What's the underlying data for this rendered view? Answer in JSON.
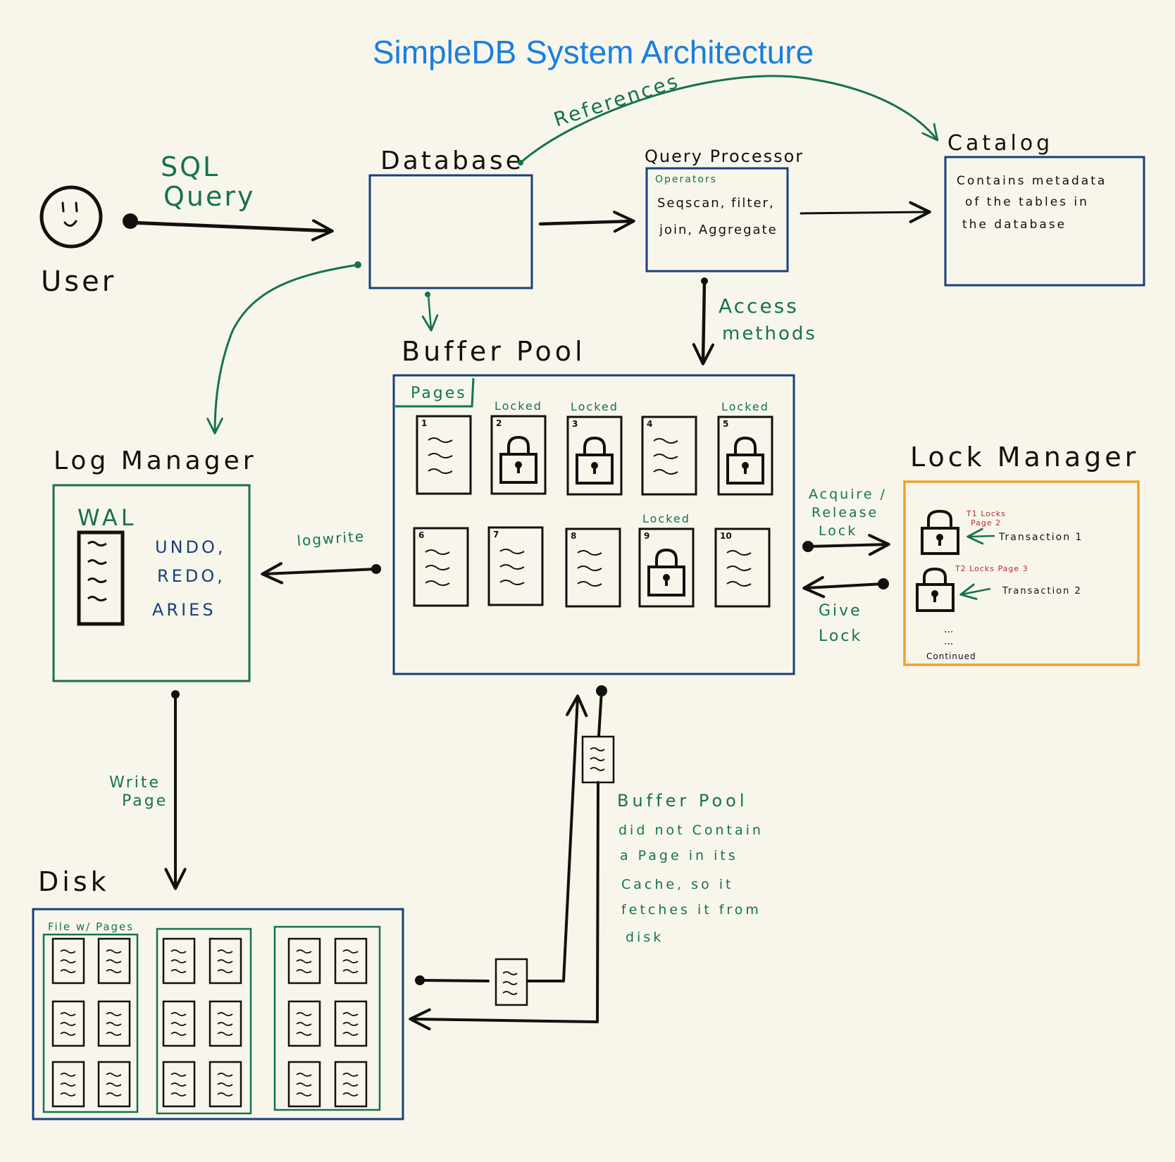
{
  "title": "SimpleDB System Architecture",
  "user": {
    "label": "User"
  },
  "sql_query": {
    "line1": "SQL",
    "line2": "Query"
  },
  "database": {
    "label": "Database"
  },
  "references": {
    "label": "References"
  },
  "query_processor": {
    "label": "Query Processor",
    "operators_title": "Operators",
    "line1": "Seqscan, filter,",
    "line2": "join, Aggregate"
  },
  "catalog": {
    "label": "Catalog",
    "line1": "Contains metadata",
    "line2": "of the tables in",
    "line3": "the database"
  },
  "access_methods": {
    "line1": "Access",
    "line2": "methods"
  },
  "buffer_pool": {
    "label": "Buffer Pool",
    "pages_tab": "Pages",
    "pages": [
      {
        "num": "1",
        "locked": false,
        "tag": ""
      },
      {
        "num": "2",
        "locked": true,
        "tag": "Locked"
      },
      {
        "num": "3",
        "locked": true,
        "tag": "Locked"
      },
      {
        "num": "4",
        "locked": false,
        "tag": ""
      },
      {
        "num": "5",
        "locked": true,
        "tag": "Locked"
      },
      {
        "num": "6",
        "locked": false,
        "tag": ""
      },
      {
        "num": "7",
        "locked": false,
        "tag": ""
      },
      {
        "num": "8",
        "locked": false,
        "tag": ""
      },
      {
        "num": "9",
        "locked": true,
        "tag": "Locked"
      },
      {
        "num": "10",
        "locked": false,
        "tag": ""
      }
    ]
  },
  "log_manager": {
    "label": "Log Manager",
    "wal": "WAL",
    "undo": "UNDO,",
    "redo": "REDO,",
    "aries": "ARIES"
  },
  "log_write": {
    "label": "logwrite"
  },
  "lock_manager": {
    "label": "Lock Manager",
    "t1_note_line1": "T1 Locks",
    "t1_note_line2": "Page 2",
    "t1_label": "Transaction 1",
    "t2_note": "T2 Locks Page 3",
    "t2_label": "Transaction 2",
    "dots": "...",
    "continued": "Continued"
  },
  "acquire_release": {
    "line1": "Acquire /",
    "line2": "Release",
    "line3": "Lock"
  },
  "give_lock": {
    "line1": "Give",
    "line2": "Lock"
  },
  "write_page": {
    "line1": "Write",
    "line2": "Page"
  },
  "disk": {
    "label": "Disk",
    "file_label": "File w/ Pages"
  },
  "buffer_note": {
    "line1": "Buffer Pool",
    "line2": "did not Contain",
    "line3": "a Page in its",
    "line4": "Cache, so it",
    "line5": "fetches it from",
    "line6": "disk"
  },
  "colors": {
    "navy": "#17407d",
    "green": "#16724f",
    "orange": "#f0a028",
    "title_blue": "#1a7ee0",
    "red": "#c0262a",
    "ink": "#111111",
    "background": "#f8f6ea"
  }
}
